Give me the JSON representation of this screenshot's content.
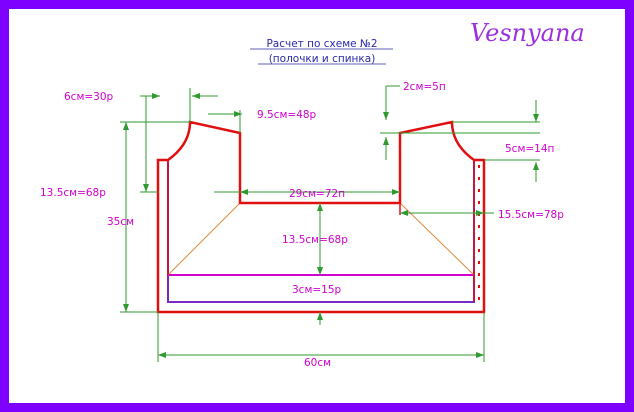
{
  "title": {
    "line1": "Расчет по схеме №2",
    "line2": "(полочки и спинка)"
  },
  "logo": "Vesnyana",
  "labels": {
    "shoulder_left": "6см=30р",
    "neck_left": "9.5см=48р",
    "shoulder_right": "2см=5п",
    "shoulder_right_height": "5см=14п",
    "armhole_height": "13.5см=68р",
    "total_height": "35см",
    "center_width": "29см=72п",
    "right_width": "15.5см=78р",
    "center_height": "13.5см=68р",
    "bottom_band": "3см=15р",
    "total_width": "60см"
  },
  "colors": {
    "border": "#7e00ff",
    "outline": "#e01010",
    "inner_line": "#7a28c8",
    "band_line": "#d000d0",
    "diagonal": "#e08a3c",
    "dimension": "#2f9a2f",
    "label": "#d000d0",
    "title": "#2a2aa8",
    "logo": "#9b30e0"
  }
}
